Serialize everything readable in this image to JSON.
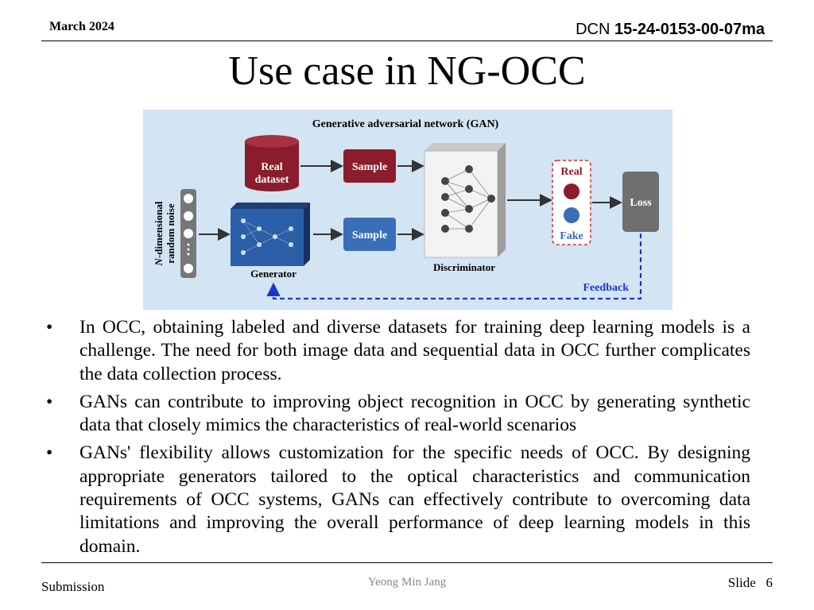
{
  "header": {
    "date": "March 2024",
    "dcn_prefix": "DCN",
    "dcn_number": "15-24-0153-00-07ma"
  },
  "title": "Use case in NG-OCC",
  "figure": {
    "title": "Generative adversarial network (GAN)",
    "real_dataset_line1": "Real",
    "real_dataset_line2": "dataset",
    "sample_top": "Sample",
    "sample_bottom": "Sample",
    "noise_line1": "-dimensional",
    "noise_italic": "N",
    "noise_line2": "random noise",
    "generator": "Generator",
    "discriminator": "Discriminator",
    "real": "Real",
    "fake": "Fake",
    "loss": "Loss",
    "feedback": "Feedback",
    "colors": {
      "background": "#d3e4f3",
      "real": "#8b1c2b",
      "sample_blue": "#3a6fb8",
      "feedback": "#1a37c9",
      "loss": "#6f6f6f"
    }
  },
  "bullets": [
    "In OCC, obtaining labeled and diverse datasets for training deep learning models is a challenge. The need for both image data and sequential data in OCC further complicates the data collection process.",
    "GANs can contribute to improving object recognition in OCC by generating synthetic data that closely mimics the characteristics of real-world scenarios",
    "GANs' flexibility allows customization for the specific needs of OCC. By designing appropriate generators tailored to the optical characteristics and communication requirements of OCC systems, GANs can effectively contribute to overcoming data limitations and improving the overall performance of deep learning models in this domain."
  ],
  "bullet_glyph": "•",
  "footer": {
    "left": "Submission",
    "author": "Yeong Min Jang",
    "slide_label": "Slide",
    "slide_number": "6"
  }
}
